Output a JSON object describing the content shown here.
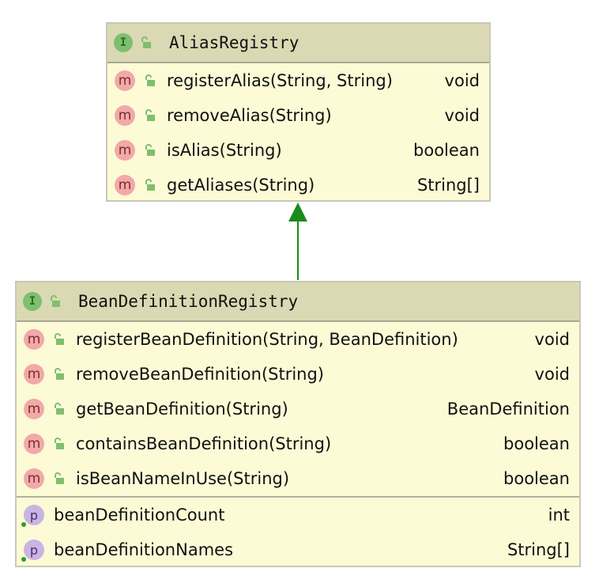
{
  "colors": {
    "box_fill": "#fcfbd6",
    "header_fill": "#dad9b3",
    "border": "#c8c8b8",
    "interface_badge": "#7fbf6e",
    "method_badge": "#f2a9a9",
    "property_badge": "#c9b4e3",
    "arrow": "#1a8a1a"
  },
  "alias_registry": {
    "badge": "I",
    "title": "AliasRegistry",
    "methods": [
      {
        "badge": "m",
        "name": "registerAlias(String, String)",
        "type": "void"
      },
      {
        "badge": "m",
        "name": "removeAlias(String)",
        "type": "void"
      },
      {
        "badge": "m",
        "name": "isAlias(String)",
        "type": "boolean"
      },
      {
        "badge": "m",
        "name": "getAliases(String)",
        "type": "String[]"
      }
    ]
  },
  "bean_definition_registry": {
    "badge": "I",
    "title": "BeanDefinitionRegistry",
    "methods": [
      {
        "badge": "m",
        "name": "registerBeanDefinition(String, BeanDefinition)",
        "type": "void"
      },
      {
        "badge": "m",
        "name": "removeBeanDefinition(String)",
        "type": "void"
      },
      {
        "badge": "m",
        "name": "getBeanDefinition(String)",
        "type": "BeanDefinition"
      },
      {
        "badge": "m",
        "name": "containsBeanDefinition(String)",
        "type": "boolean"
      },
      {
        "badge": "m",
        "name": "isBeanNameInUse(String)",
        "type": "boolean"
      }
    ],
    "properties": [
      {
        "badge": "p",
        "name": "beanDefinitionCount",
        "type": "int"
      },
      {
        "badge": "p",
        "name": "beanDefinitionNames",
        "type": "String[]"
      }
    ]
  },
  "relation": {
    "type": "extends",
    "icon": "inheritance-arrow-icon"
  }
}
